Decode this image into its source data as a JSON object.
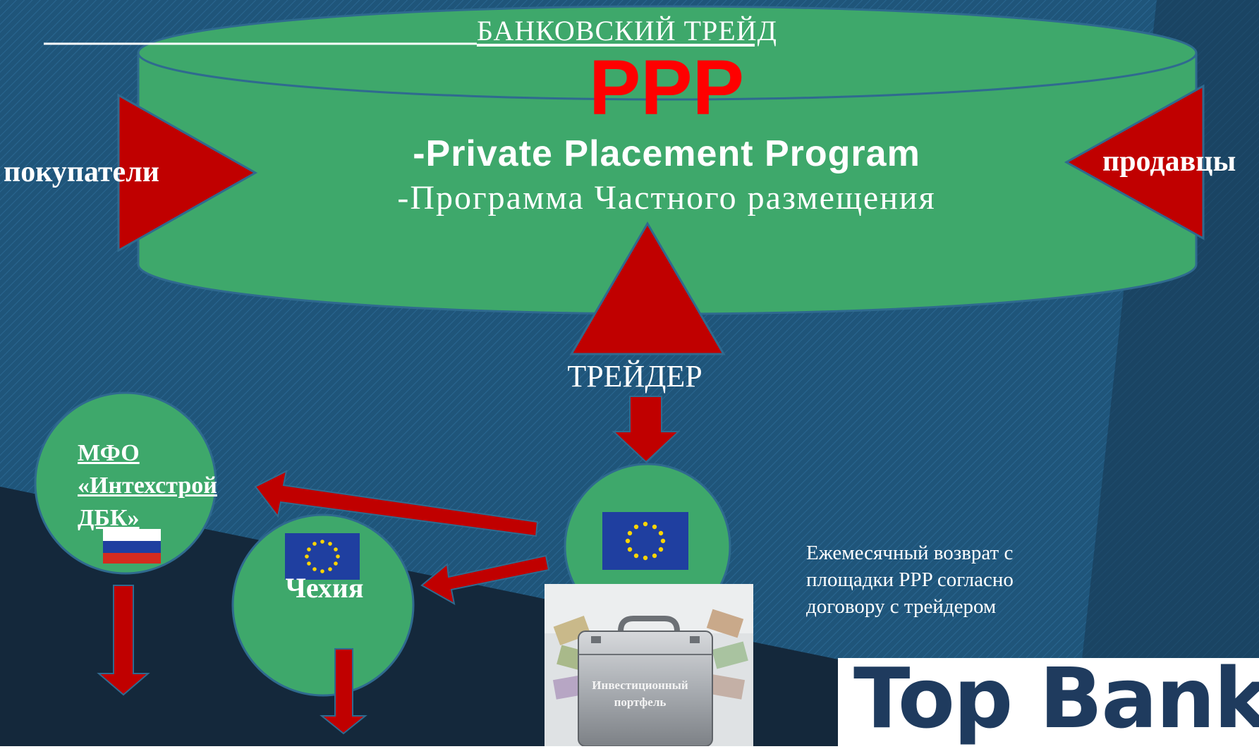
{
  "header": {
    "bank_trade": "БАНКОВСКИЙ ТРЕЙД",
    "ppp": "PPP",
    "program_en": "-Private Placement Program",
    "program_ru": "-Программа Частного размещения"
  },
  "sides": {
    "buyers": "покупатели",
    "sellers": "продавцы"
  },
  "trader": "ТРЕЙДЕР",
  "nodes": {
    "mfo": "МФО «Интехстрой ДБК»",
    "czech": "Чехия",
    "portfolio": "Инвестиционный портфель"
  },
  "note": "Ежемесячный возврат с площадки PPP согласно договору с трейдером",
  "logo": "Top Banks",
  "colors": {
    "background": "#1d4f73",
    "cylinder": "#3ea86b",
    "arrow": "#c00000",
    "title_red": "#ff0000"
  }
}
